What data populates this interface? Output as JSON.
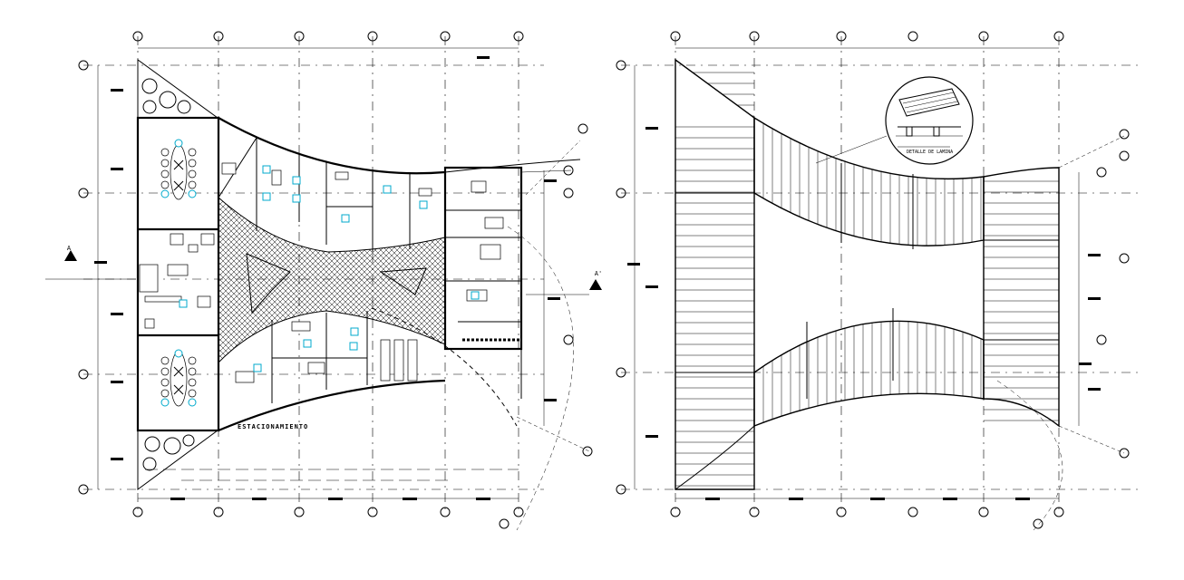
{
  "drawing": {
    "parking_label": "ESTACIONAMIENTO",
    "roof_detail_label": "DETALLE DE LAMINA",
    "section_marks": [
      "A",
      "A'"
    ],
    "colors": {
      "ink": "#000000",
      "furniture_accent": "#00aacc",
      "background": "#ffffff"
    }
  },
  "icons": [
    "axis-bubble-icon",
    "section-cut-arrow-icon",
    "chair-icon",
    "tree-icon"
  ]
}
